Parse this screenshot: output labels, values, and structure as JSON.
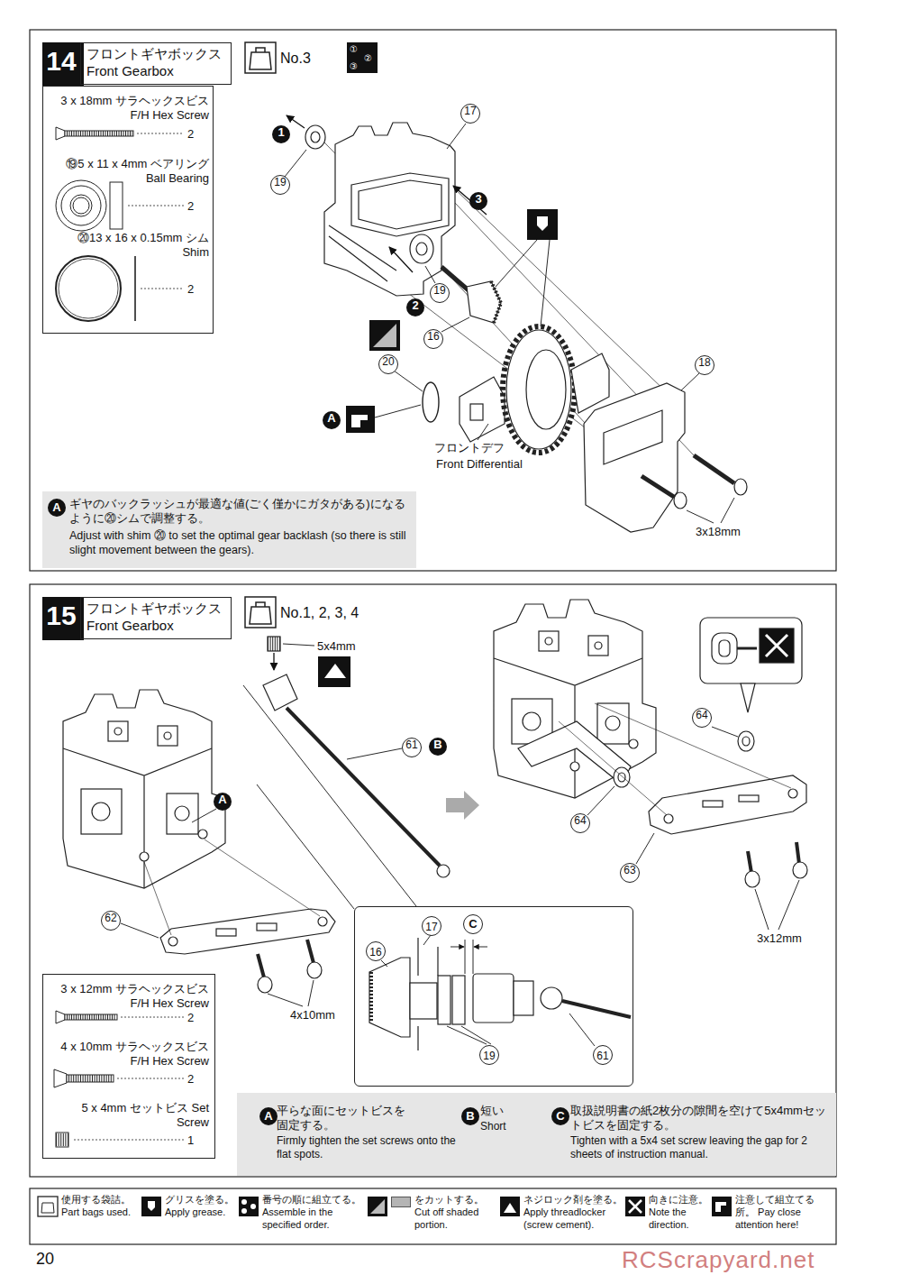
{
  "diagram": {
    "nodes": [
      {
        "text": [
          "14"
        ]
      },
      {
        "text": [
          "フロントギヤボックス",
          "Front Gearbox"
        ]
      },
      {
        "text": [
          "3 x 18mm サラヘックスビス F/H Hex Screw",
          "2",
          "⑲5 x 11 x 4mm ベアリング Ball Bearing",
          "2",
          "⑳13 x 16 x 0.15mm シム Shim",
          "2"
        ]
      },
      {
        "text": [
          "A",
          "ギヤのバックラッシュが最適な値(ごく僅かにガタがある)になるように⑳シムで調整する。",
          "Adjust with shim ⑳ to set the optimal gear backlash (so there is still slight movement between the gears)."
        ]
      },
      {
        "text": [
          "15"
        ]
      },
      {
        "text": [
          "フロントギヤボックス",
          "Front Gearbox"
        ]
      },
      {
        "text": [
          "3 x 12mm サラヘックスビス F/H Hex Screw",
          "2",
          "4 x 10mm サラヘックスビス F/H Hex Screw",
          "2",
          "5 x 4mm セットビス Set Screw",
          "1"
        ]
      },
      {
        "text": [
          "17",
          "C",
          "16",
          "19",
          "61"
        ]
      },
      {
        "text": [
          "A",
          "平らな面にセットビスを固定する。",
          "Firmly tighten the set screws onto the flat spots.",
          "B",
          "短い",
          "Short",
          "C",
          "取扱説明書の紙2枚分の隙間を空けて5x4mmセットビスを固定する。",
          "Tighten with a 5x4 set screw leaving the gap for 2 sheets of instruction manual."
        ]
      }
    ],
    "labels": [
      "No.3",
      "①",
      "②",
      "③",
      "1",
      "19",
      "17",
      "3",
      "2",
      "19",
      "16",
      "20",
      "18",
      "A",
      "フロントデフ",
      "Front Differential",
      "3x18mm",
      "No.1, 2, 3, 4",
      "5x4mm",
      "61",
      "B",
      "A",
      "62",
      "4x10mm",
      "64",
      "64",
      "63",
      "3x12mm",
      "20",
      "RCScrapyard.net"
    ],
    "legend": [
      {
        "text": "使用する袋詰。 Part bags used."
      },
      {
        "text": "グリスを塗る。 Apply grease."
      },
      {
        "text": "番号の順に組立てる。 Assemble in the specified order."
      },
      {
        "text": "をカットする。 Cut off shaded portion.",
        "color": "#b4b4b4"
      },
      {
        "text": "ネジロック剤を塗る。 Apply threadlocker (screw cement)."
      },
      {
        "text": "向きに注意。 Note the direction."
      },
      {
        "text": "注意して組立てる所。 Pay close attention here!"
      }
    ]
  }
}
